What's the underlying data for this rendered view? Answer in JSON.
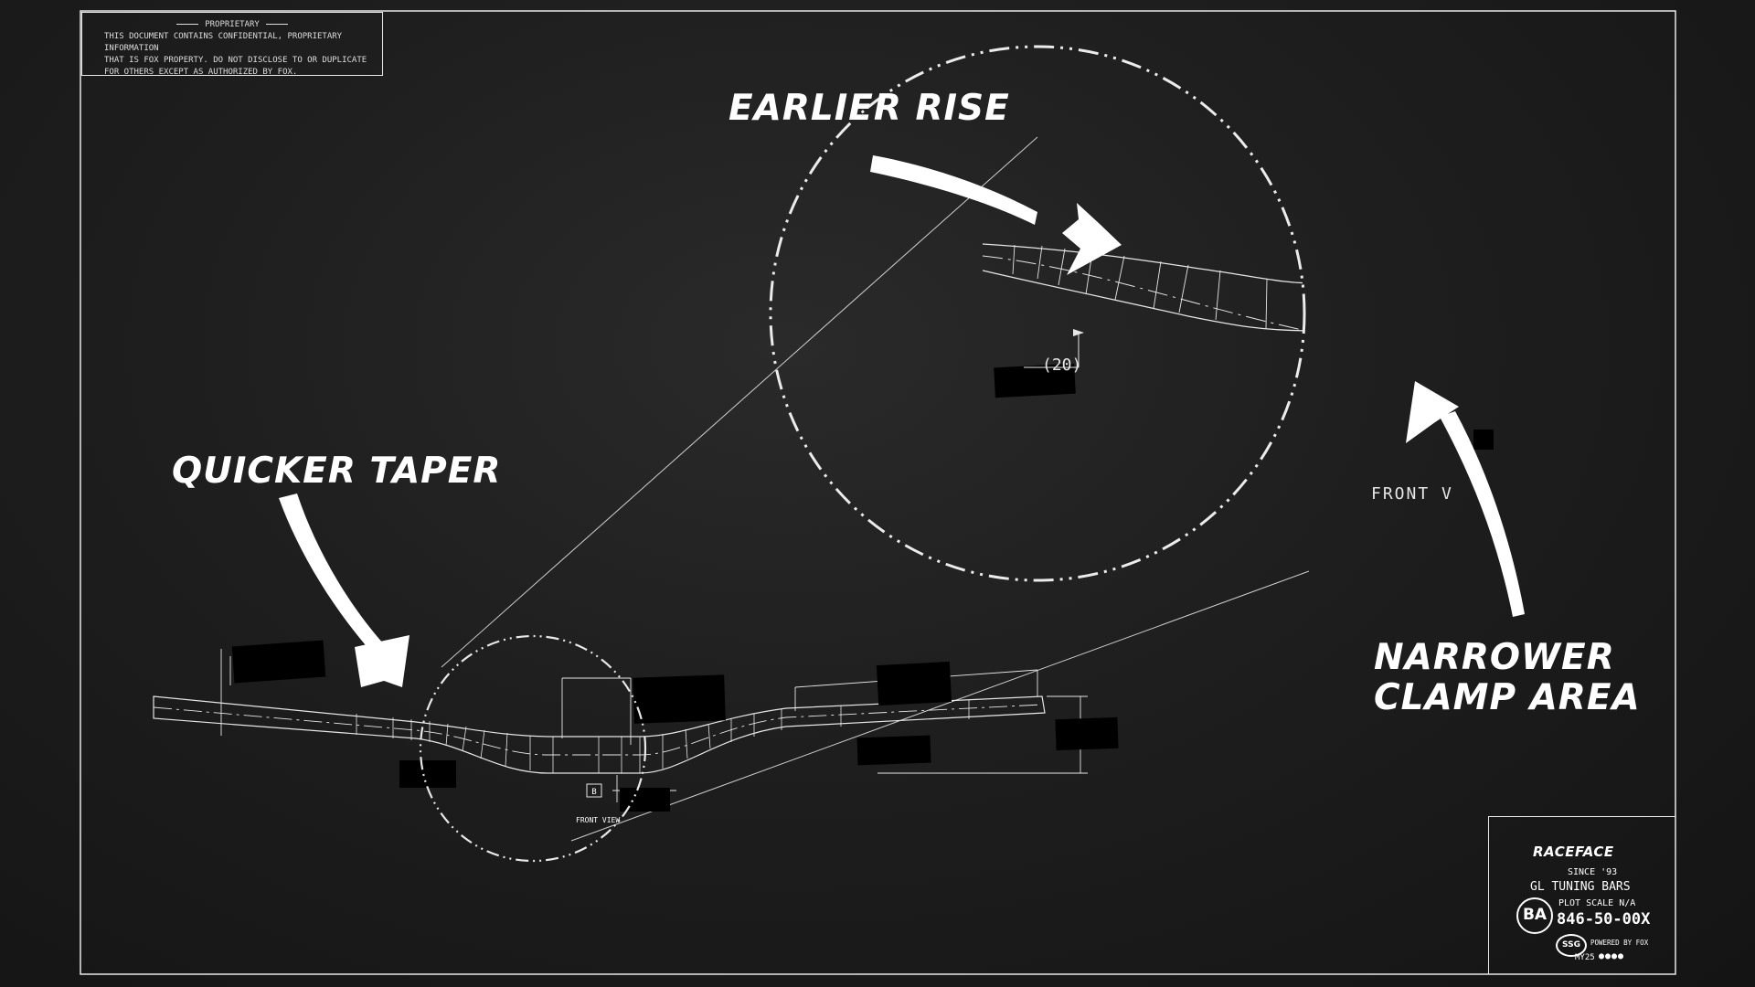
{
  "notice": {
    "heading": "PROPRIETARY",
    "lines": [
      "THIS DOCUMENT CONTAINS CONFIDENTIAL, PROPRIETARY INFORMATION",
      "THAT IS FOX PROPERTY. DO NOT DISCLOSE TO OR DUPLICATE",
      "FOR OTHERS EXCEPT AS AUTHORIZED BY FOX."
    ]
  },
  "callouts": {
    "earlier_rise": "EARLIER RISE",
    "quicker_taper": "QUICKER TAPER",
    "narrower_clamp_line1": "NARROWER",
    "narrower_clamp_line2": "CLAMP AREA"
  },
  "drawing": {
    "detail_dimension": "(20)",
    "detail_view_label": "FRONT V",
    "main_view_label": "FRONT VIEW",
    "datum_label": "B"
  },
  "title_block": {
    "brand": "RACEFACE",
    "since": "SINCE '93",
    "product": "GL TUNING BARS",
    "badge": "BA",
    "plot_scale": "PLOT SCALE N/A",
    "part_number": "846-50-00X",
    "ssg_badge": "SSG",
    "powered_by": "POWERED BY FOX",
    "model_year": "MY25",
    "dots": "●●●●"
  },
  "colors": {
    "background": "#1e1e1e",
    "line": "#ffffff"
  }
}
